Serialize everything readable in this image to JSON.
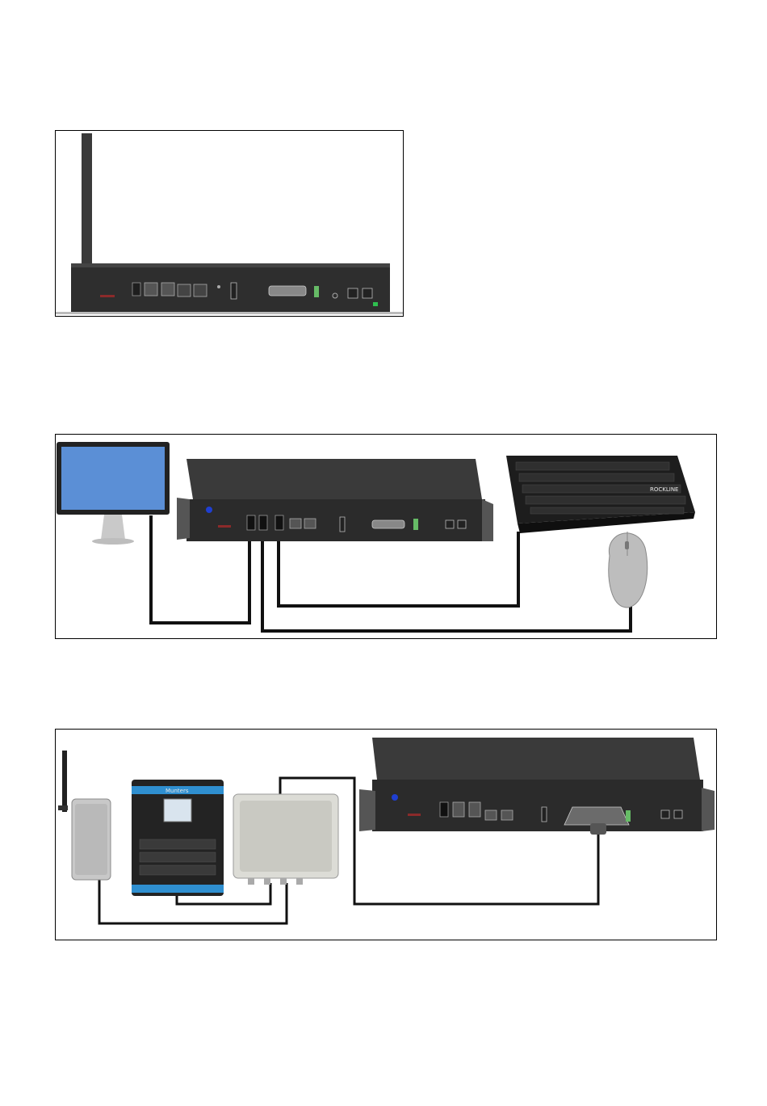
{
  "colors": {
    "page_background": "#ffffff",
    "device_body": "#3a3a3a",
    "device_face": "#2b2b2b",
    "cable": "#111111",
    "monitor_screen": "#5b8fd6",
    "monitor_stand": "#c9c9c9",
    "mouse_body": "#bdbdbd",
    "enclosure_grey": "#c8c8c8",
    "controller_blue": "#2f8fd0",
    "led_blue": "#1f3fd1",
    "led_green": "#2fbf4f"
  },
  "figures": {
    "gateway_front": {
      "device": "gateway-front-panel",
      "icons": [
        "antenna-icon",
        "sd-card-slot-icon",
        "usb-port-icon",
        "ethernet-port-icon",
        "db25-connector-icon",
        "power-jack-icon"
      ]
    },
    "peripherals": {
      "devices": [
        "monitor-icon",
        "gateway-box-icon",
        "keyboard-icon",
        "mouse-icon"
      ]
    },
    "field_devices": {
      "devices": [
        "radio-enclosure-icon",
        "climate-controller-icon",
        "junction-box-icon",
        "gateway-box-icon"
      ]
    }
  },
  "labels": {
    "keyboard_brand": "ROCKLINE",
    "controller_brand": "Munters"
  }
}
